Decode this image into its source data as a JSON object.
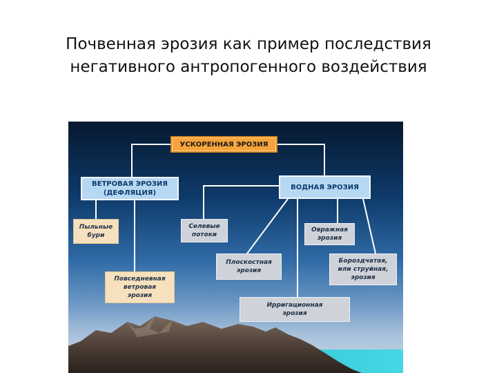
{
  "title": {
    "line1": "Почвенная эрозия как пример  последствия",
    "line2": "негативного антропогенного  воздействия"
  },
  "diagram": {
    "root": "УСКОРЕННАЯ ЭРОЗИЯ",
    "wind": "ВЕТРОВАЯ ЭРОЗИЯ\n(ДЕФЛЯЦИЯ)",
    "water": "ВОДНАЯ ЭРОЗИЯ",
    "dust_storms": "Пыльные\nбури",
    "daily_wind": "Повседневная\nветровая\nэрозия",
    "mudflows": "Селевые\nпотоки",
    "sheet": "Плоскостная\nэрозия",
    "irrigation": "Ирригационная\nэрозия",
    "gully": "Овражная\nэрозия",
    "rill": "Бороздчатая,\nили струйная,\nэрозия"
  },
  "colors": {
    "root_fill": "#f7a43a",
    "category_fill": "#b7d8f3",
    "wind_leaf_fill": "#f6e0bd",
    "water_leaf_fill": "#cfd3d9",
    "connector": "#ffffff"
  }
}
